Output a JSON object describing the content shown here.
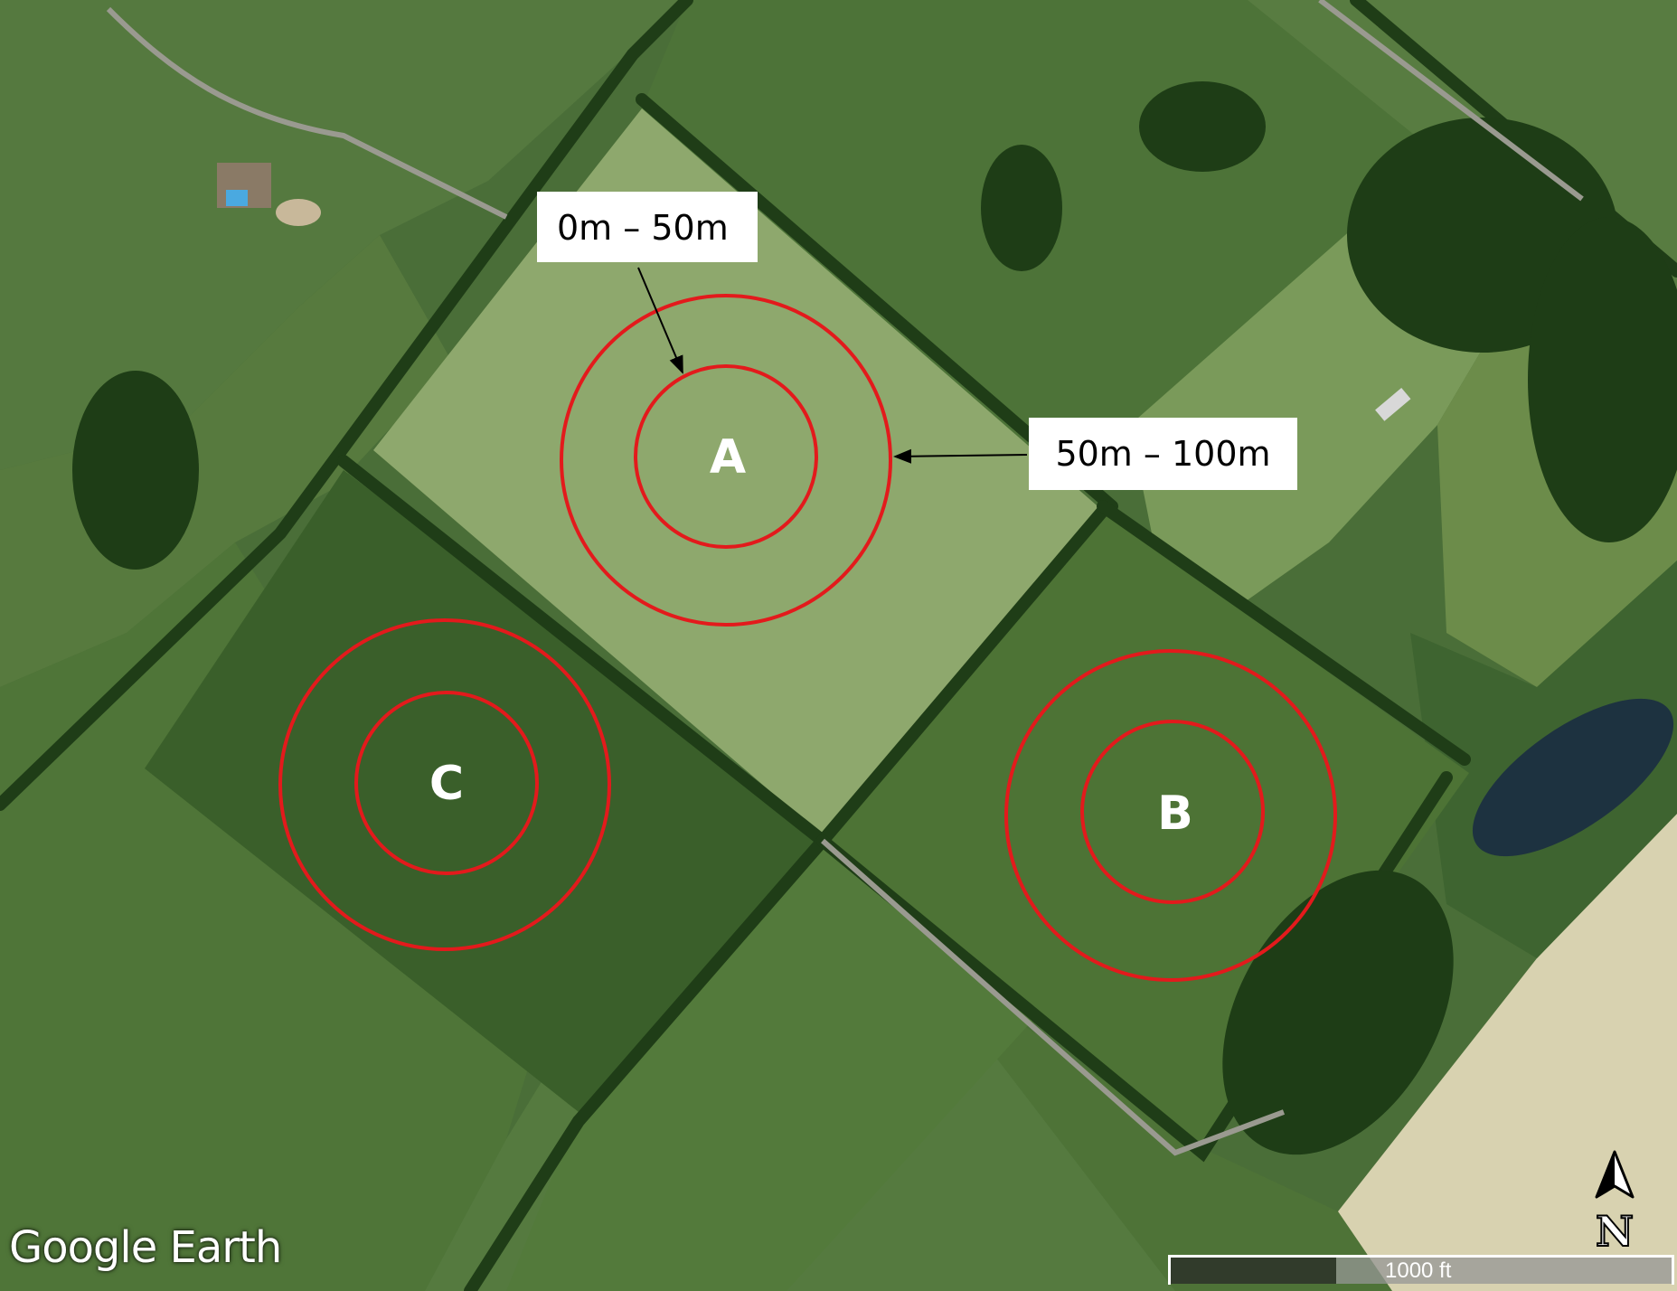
{
  "map": {
    "provider_logo": "Google Earth",
    "scale_bar": {
      "label": "1000 ft"
    },
    "north_arrow": {
      "label": "N",
      "icon": "north-arrow-icon"
    },
    "ring_color": "#e31a1c",
    "sites": [
      {
        "id": "site-a",
        "label": "A"
      },
      {
        "id": "site-b",
        "label": "B"
      },
      {
        "id": "site-c",
        "label": "C"
      }
    ],
    "callouts": {
      "inner_ring": "0m – 50m",
      "outer_ring": "50m – 100m"
    }
  }
}
